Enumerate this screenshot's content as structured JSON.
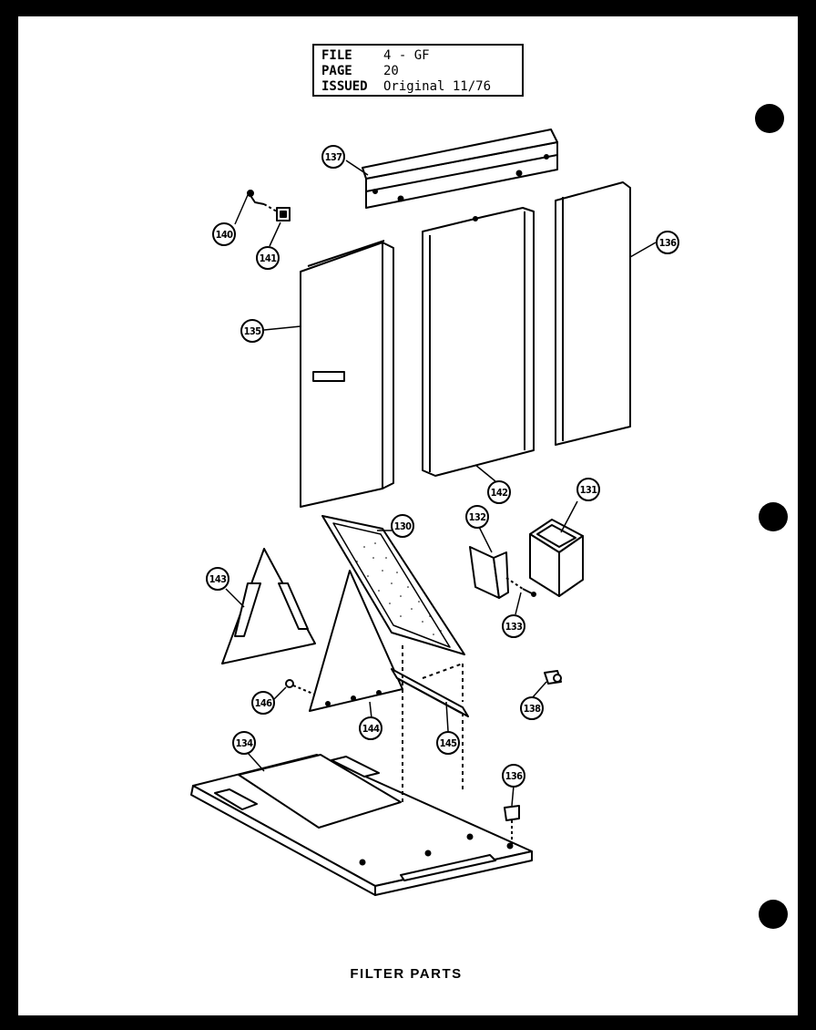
{
  "header": {
    "rows": [
      {
        "key": "FILE",
        "value": "4 - GF"
      },
      {
        "key": "PAGE",
        "value": "20"
      },
      {
        "key": "ISSUED",
        "value": "Original 11/76"
      }
    ]
  },
  "callouts": {
    "c137": "137",
    "c140": "140",
    "c141": "141",
    "c136_top": "136",
    "c135": "135",
    "c142": "142",
    "c130": "130",
    "c132": "132",
    "c131": "131",
    "c143": "143",
    "c133": "133",
    "c146": "146",
    "c144": "144",
    "c145": "145",
    "c138": "138",
    "c134": "134",
    "c136_bottom": "136"
  },
  "caption": "FILTER PARTS",
  "colors": {
    "ink": "#000000",
    "paper": "#ffffff",
    "border": "#000000"
  }
}
